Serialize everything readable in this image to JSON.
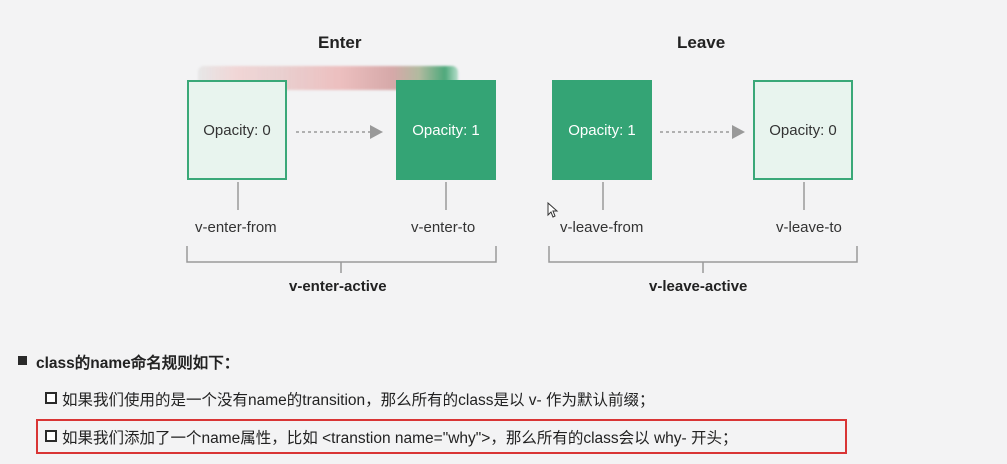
{
  "diagram": {
    "enter": {
      "title": "Enter",
      "from_box": "Opacity: 0",
      "to_box": "Opacity: 1",
      "from_label": "v-enter-from",
      "to_label": "v-enter-to",
      "active_label": "v-enter-active"
    },
    "leave": {
      "title": "Leave",
      "from_box": "Opacity: 1",
      "to_box": "Opacity: 0",
      "from_label": "v-leave-from",
      "to_label": "v-leave-to",
      "active_label": "v-leave-active"
    }
  },
  "notes": {
    "heading": "class的name命名规则如下：",
    "items": [
      "如果我们使用的是一个没有name的transition，那么所有的class是以 v- 作为默认前缀；",
      "如果我们添加了一个name属性，比如 <transtion name=\"why\">，那么所有的class会以 why- 开头；"
    ]
  },
  "colors": {
    "accent_green": "#34a475",
    "light_green": "#e8f4ee",
    "highlight_red": "#d93535"
  }
}
